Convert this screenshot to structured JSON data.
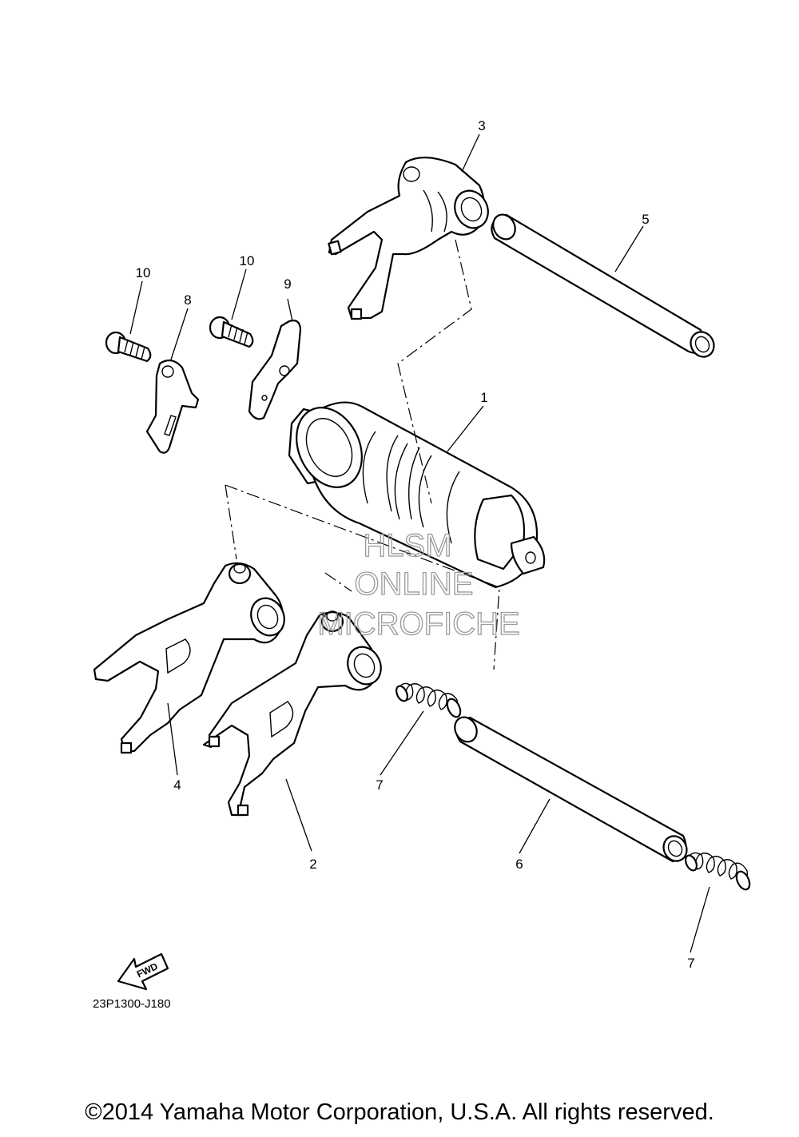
{
  "callouts": {
    "c1": "1",
    "c2": "2",
    "c3": "3",
    "c4": "4",
    "c5": "5",
    "c6": "6",
    "c7a": "7",
    "c7b": "7",
    "c8": "8",
    "c9": "9",
    "c10a": "10",
    "c10b": "10"
  },
  "watermark": {
    "line1": "HLSM",
    "line2": "ONLINE",
    "line3": "MICROFICHE"
  },
  "fwd_label": "FWD",
  "reference_code": "23P1300-J180",
  "copyright": "©2014 Yamaha Motor Corporation, U.S.A. All rights reserved."
}
